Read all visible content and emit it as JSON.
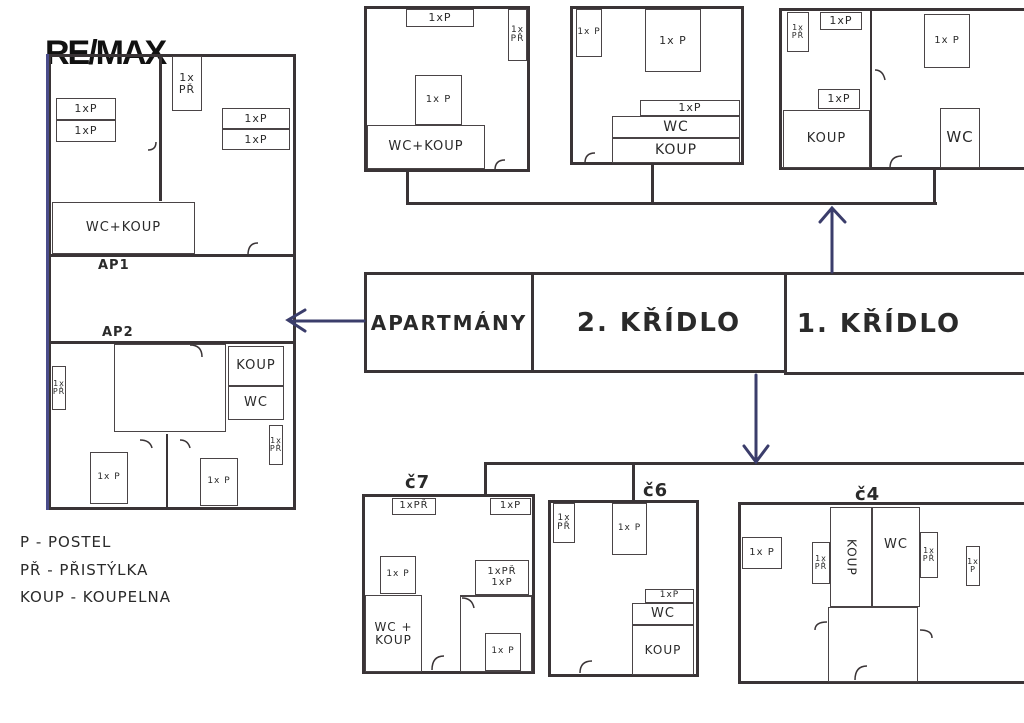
{
  "logo": "RE/MAX",
  "legend": [
    "P - POSTEL",
    "PŘ - PŘISTÝLKA",
    "KOUP - KOUPELNA"
  ],
  "hub": {
    "apartmany": "APARTMÁNY",
    "wing2": "2. KŘÍDLO",
    "wing1": "1. KŘÍDLO"
  },
  "apartments": {
    "ap1": "AP1",
    "ap2": "AP2"
  },
  "rooms": {
    "c7": "č7",
    "c6": "č6",
    "c4": "č4"
  },
  "labels": {
    "bed1": "1xP",
    "bed2": "1xP",
    "bed2v": "1x P",
    "extra": "1x PŘ",
    "extra_h": "1xPŘ",
    "extra_bed": "1xPŘ 1xP",
    "bath": "KOUP",
    "wc": "WC",
    "wc_bath": "WC+KOUP",
    "wc_bath_stack": "WC + KOUP",
    "koup_v": "KOUP"
  },
  "colors": {
    "wall": "#3a3436",
    "arrow": "#3b3d6b"
  }
}
